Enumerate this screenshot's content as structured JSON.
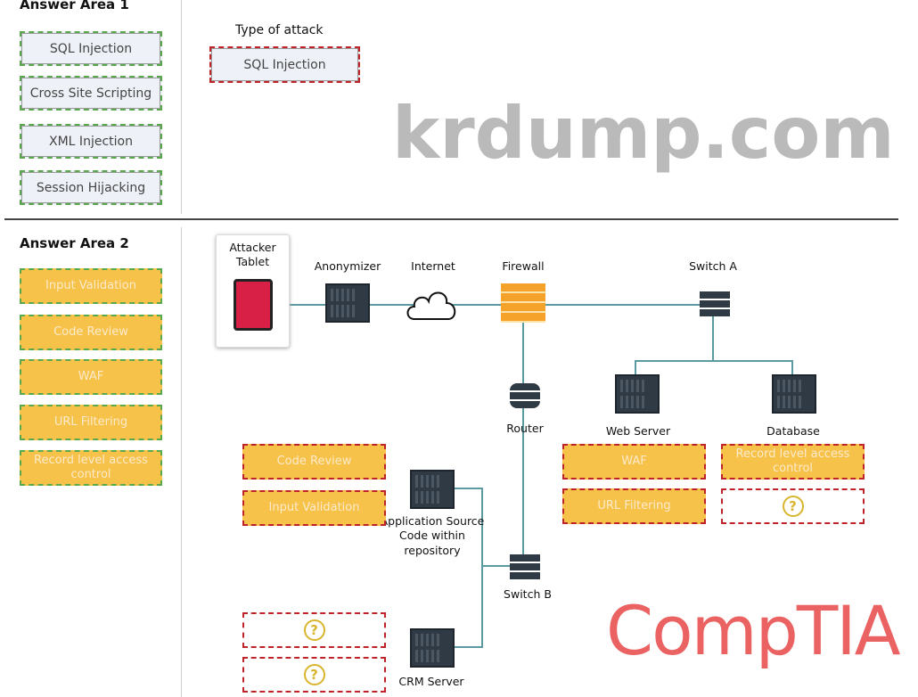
{
  "area1": {
    "title": "Answer Area 1",
    "options": [
      "SQL Injection",
      "Cross Site Scripting",
      "XML Injection",
      "Session Hijacking"
    ],
    "target_label": "Type of attack",
    "target_value": "SQL Injection"
  },
  "area2": {
    "title": "Answer Area 2",
    "options": [
      "Input Validation",
      "Code Review",
      "WAF",
      "URL Filtering",
      "Record level access control"
    ],
    "nodes": {
      "attacker": "Attacker Tablet",
      "anonymizer": "Anonymizer",
      "internet": "Internet",
      "firewall": "Firewall",
      "switch_a": "Switch A",
      "router": "Router",
      "web_server": "Web Server",
      "database": "Database",
      "app_server": "Application Source Code within repository",
      "switch_b": "Switch B",
      "crm": "CRM Server"
    },
    "slots": {
      "web1": "WAF",
      "web2": "URL Filtering",
      "db1": "Record level access control",
      "db2": "?",
      "app1": "Code Review",
      "app2": "Input Validation",
      "crm1": "?",
      "crm2": "?"
    }
  },
  "watermarks": {
    "site": "krdump.com",
    "logo": "CompTIA"
  },
  "colors": {
    "option_border": "#5aa84e",
    "target_border": "#c0222a",
    "option_fill": "#f7c24a"
  }
}
